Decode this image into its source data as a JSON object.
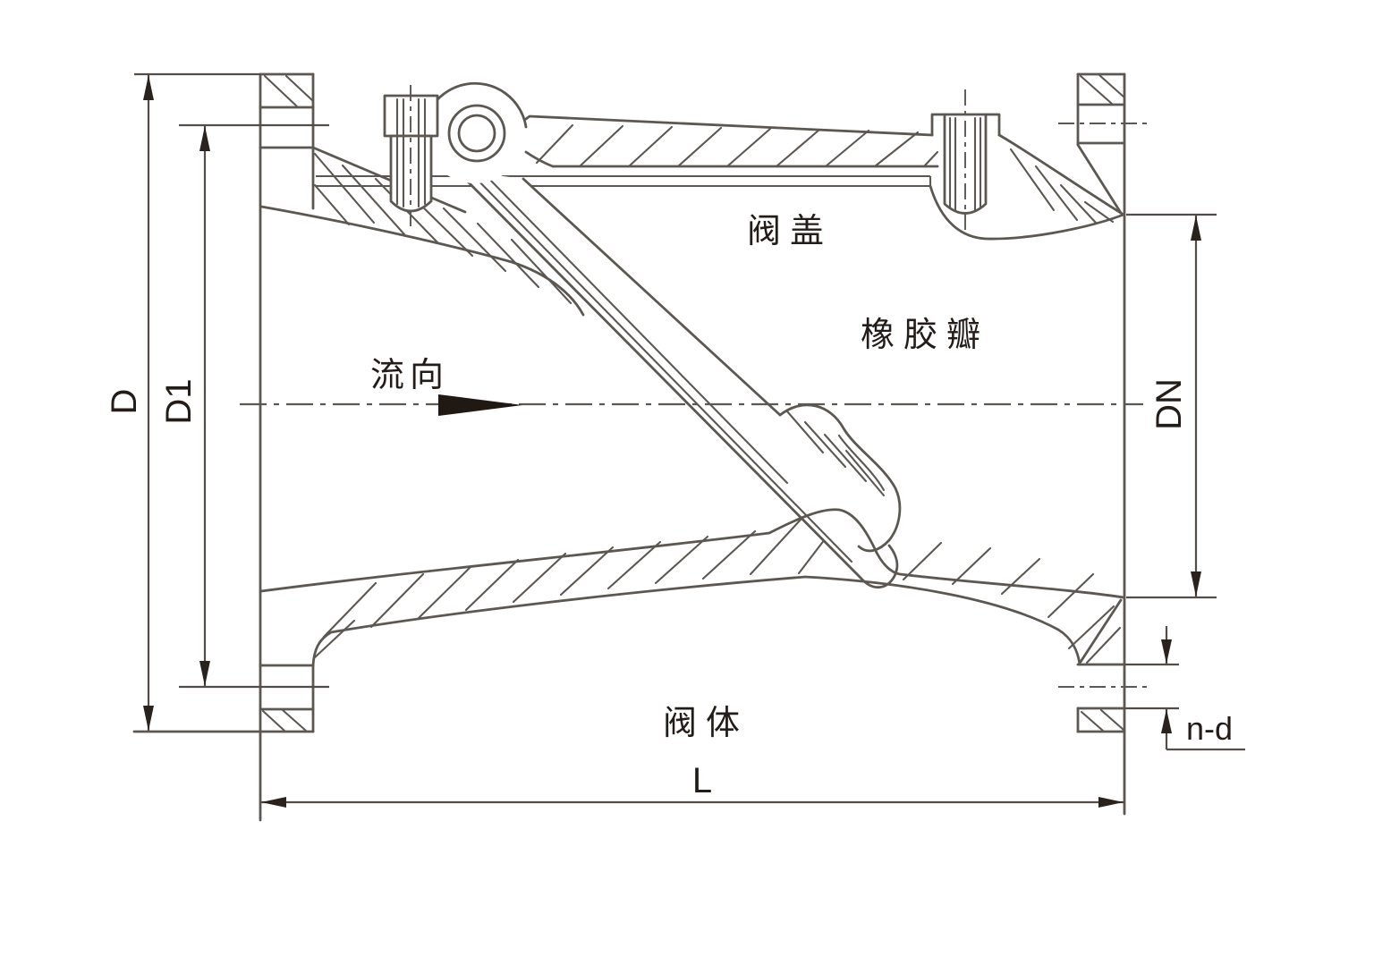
{
  "diagram": {
    "kind": "engineering-section-drawing",
    "subject": "rubber-flap swing check valve cross-section",
    "labels": {
      "flow_direction": "流向",
      "bonnet": "阀盖",
      "rubber_disc": "橡胶瓣",
      "valve_body": "阀体"
    },
    "dimensions": {
      "flange_od": "D",
      "bolt_circle": "D1",
      "nominal_bore": "DN",
      "face_to_face": "L",
      "bolt_holes": "n-d"
    },
    "colors": {
      "line": "#5d5751",
      "dimension": "#544d47",
      "text": "#231c18",
      "flow_arrow": "#1f1813",
      "background": "#ffffff"
    }
  }
}
